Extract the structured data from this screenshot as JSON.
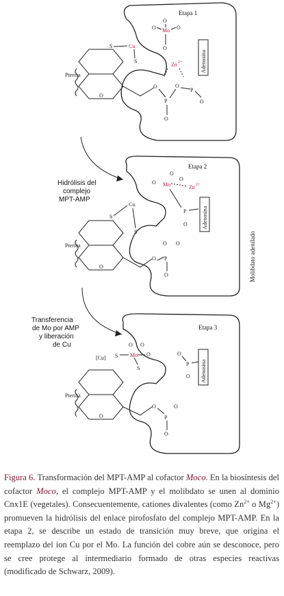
{
  "figure": {
    "stages": [
      "Etapa 1",
      "Etapa 2",
      "Etapa 3"
    ],
    "adenosina": "Adenosina",
    "pterina": "Pterina",
    "cu": "Cu",
    "cu_bracket": "[Cu]",
    "mo": "Mo",
    "zn": "Zn",
    "zn_charge": "2+",
    "molibdato": "Molibdato adenilado",
    "hidrolisis": [
      "Hidrólisis del",
      "complejo",
      "MPT-AMP"
    ],
    "transferencia": [
      "Transferencia",
      "de Mo por AMP",
      "y liberación",
      "de Cu"
    ],
    "atom_O": "O",
    "atom_Ominus": "O",
    "atom_S": "S",
    "atom_P": "P",
    "minus": "-"
  },
  "caption": {
    "label": "Figura 6.",
    "t1": " Transformación del MPT-AMP al cofactor ",
    "moco1": "Moco",
    "t2": ". En la biosíntesis del cofactor ",
    "moco2": "Moco",
    "t3": ", el complejo MPT-AMP y el molibdato se unen al dominio Cnx1E (vegetales). Consecuentemente, cationes divalentes (como Zn",
    "sup1": "2+",
    "t4": " o Mg",
    "sup2": "2+",
    "t5": ") promueven la hidrólisis del enlace pirofosfato del complejo MPT-AMP. En la etapa 2, se describe un estado de transición muy breve, que origina el reemplazo del ion Cu por el Mo. La función del cobre aún se desconoce, pero se cree protege al intermediario formado de otras especies reactivas (modificado de Schwarz, 2009)."
  }
}
